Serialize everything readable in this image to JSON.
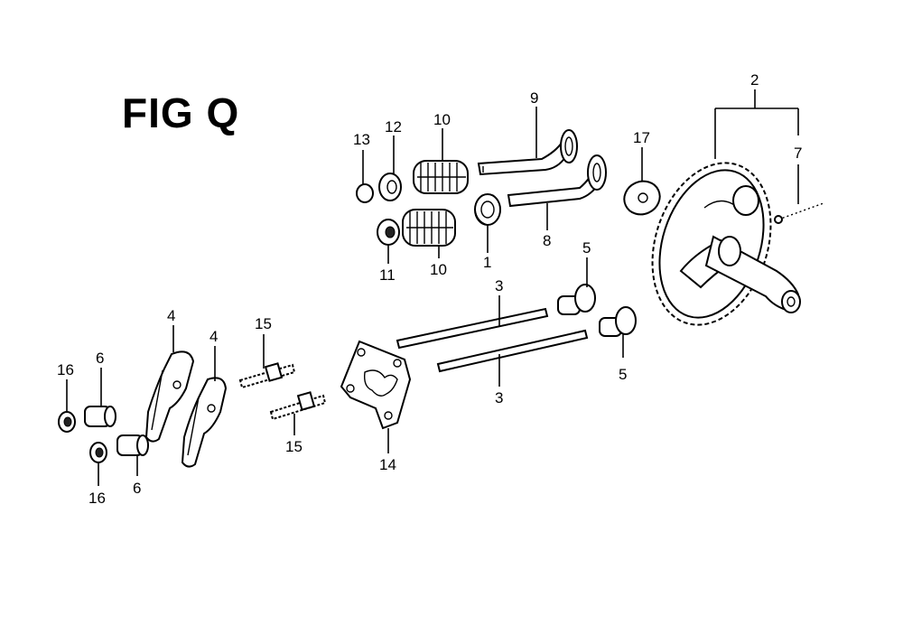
{
  "figure": {
    "title": "FIG Q"
  },
  "callouts": {
    "c1": "1",
    "c2": "2",
    "c3a": "3",
    "c3b": "3",
    "c4a": "4",
    "c4b": "4",
    "c5a": "5",
    "c5b": "5",
    "c6a": "6",
    "c6b": "6",
    "c7": "7",
    "c8": "8",
    "c9": "9",
    "c10a": "10",
    "c10b": "10",
    "c11": "11",
    "c12": "12",
    "c13": "13",
    "c14": "14",
    "c15a": "15",
    "c15b": "15",
    "c16a": "16",
    "c16b": "16",
    "c17": "17"
  },
  "colors": {
    "ink": "#000000",
    "paper": "#ffffff"
  }
}
